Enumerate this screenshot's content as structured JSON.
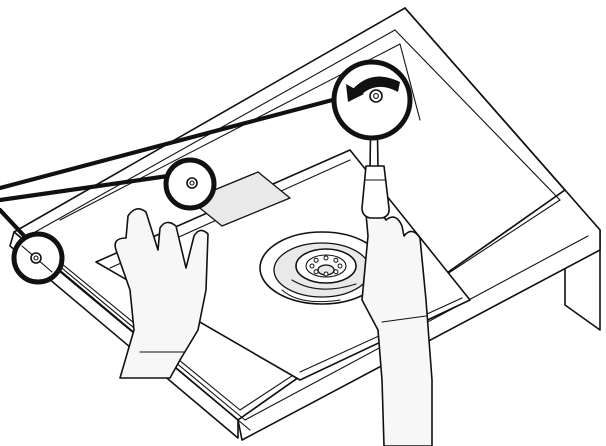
{
  "diagram": {
    "components": [
      "range-hood-body",
      "filter-panel",
      "fan-assembly",
      "screw-callout-right",
      "screw-callout-middle",
      "screw-callout-left",
      "counterclockwise-arrow-icon",
      "screwdriver",
      "left-glove-hand",
      "right-glove-hand"
    ],
    "colors": {
      "line": "#111111",
      "fill": "#ffffff",
      "shade": "#e9e9e9",
      "glove": "#f7f7f7"
    }
  }
}
